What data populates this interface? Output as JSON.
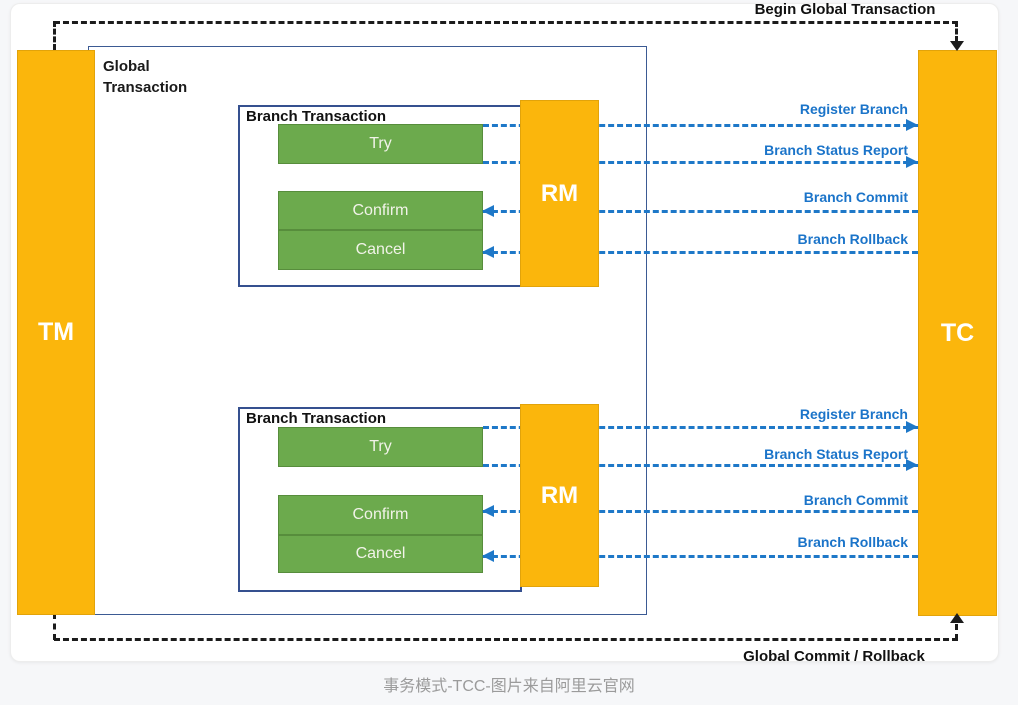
{
  "caption": "事务模式-TCC-图片来自阿里云官网",
  "actors": {
    "tm": "TM",
    "tc": "TC"
  },
  "global_flows": {
    "begin": "Begin Global Transaction",
    "commit": "Global Commit / Rollback"
  },
  "global_transaction": {
    "label": "Global Transaction"
  },
  "branches": [
    {
      "title": "Branch Transaction",
      "rm": "RM",
      "steps": {
        "try": "Try",
        "confirm": "Confirm",
        "cancel": "Cancel"
      },
      "flows": [
        {
          "label": "Register Branch",
          "direction": "right"
        },
        {
          "label": "Branch Status Report",
          "direction": "right"
        },
        {
          "label": "Branch Commit",
          "direction": "left"
        },
        {
          "label": "Branch Rollback",
          "direction": "left"
        }
      ]
    },
    {
      "title": "Branch Transaction",
      "rm": "RM",
      "steps": {
        "try": "Try",
        "confirm": "Confirm",
        "cancel": "Cancel"
      },
      "flows": [
        {
          "label": "Register Branch",
          "direction": "right"
        },
        {
          "label": "Branch Status Report",
          "direction": "right"
        },
        {
          "label": "Branch Commit",
          "direction": "left"
        },
        {
          "label": "Branch Rollback",
          "direction": "left"
        }
      ]
    }
  ],
  "colors": {
    "actor_yellow": "#FBB60C",
    "step_green": "#6CAA4D",
    "flow_blue": "#1E78C8",
    "label_blue": "#1B74C9",
    "box_border_navy": "#35508F",
    "dash_black": "#1C1C1C"
  }
}
